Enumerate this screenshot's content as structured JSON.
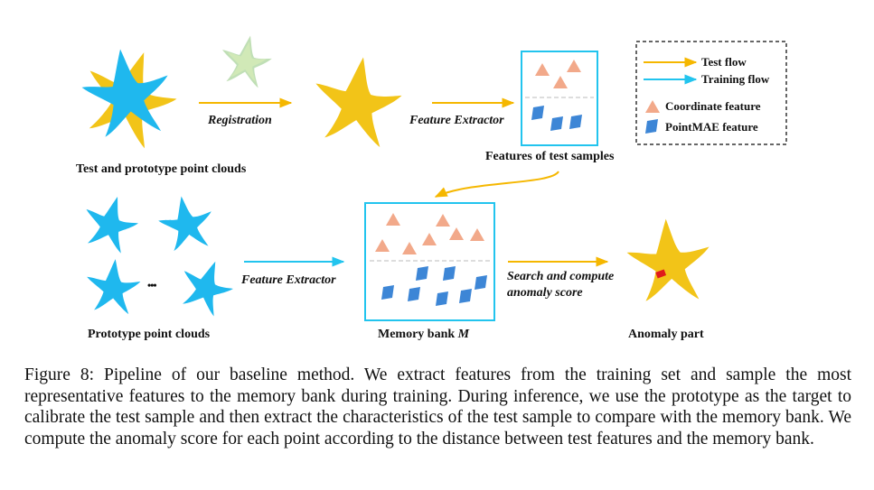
{
  "labels": {
    "test_prototype": "Test and prototype point clouds",
    "registration": "Registration",
    "feature_extractor_top": "Feature Extractor",
    "features_test": "Features of test samples",
    "prototype_clouds": "Prototype point clouds",
    "feature_extractor_bottom": "Feature Extractor",
    "memory_bank": "Memory bank ",
    "memory_bank_symbol": "M",
    "search_line1": "Search and compute",
    "search_line2": "anomaly score",
    "anomaly_part": "Anomaly part",
    "ellipsis": "• • •"
  },
  "legend": {
    "test_flow": "Test flow",
    "training_flow": "Training flow",
    "coordinate_feature": "Coordinate feature",
    "pointmae_feature": "PointMAE feature"
  },
  "colors": {
    "test_flow": "#f5b700",
    "training_flow": "#22c4ee",
    "coordinate": "#f2a98a",
    "pointmae": "#3d86d6",
    "starfish_yellow": "#f2c418",
    "starfish_blue": "#1fb8ee"
  },
  "caption": "Figure 8: Pipeline of our baseline method. We extract features from the training set and sample the most representative features to the memory bank during training. During inference, we use the prototype as the target to calibrate the test sample and then extract the characteristics of the test sample to compare with the memory bank. We compute the anomaly score for each point according to the distance between test features and the memory bank."
}
